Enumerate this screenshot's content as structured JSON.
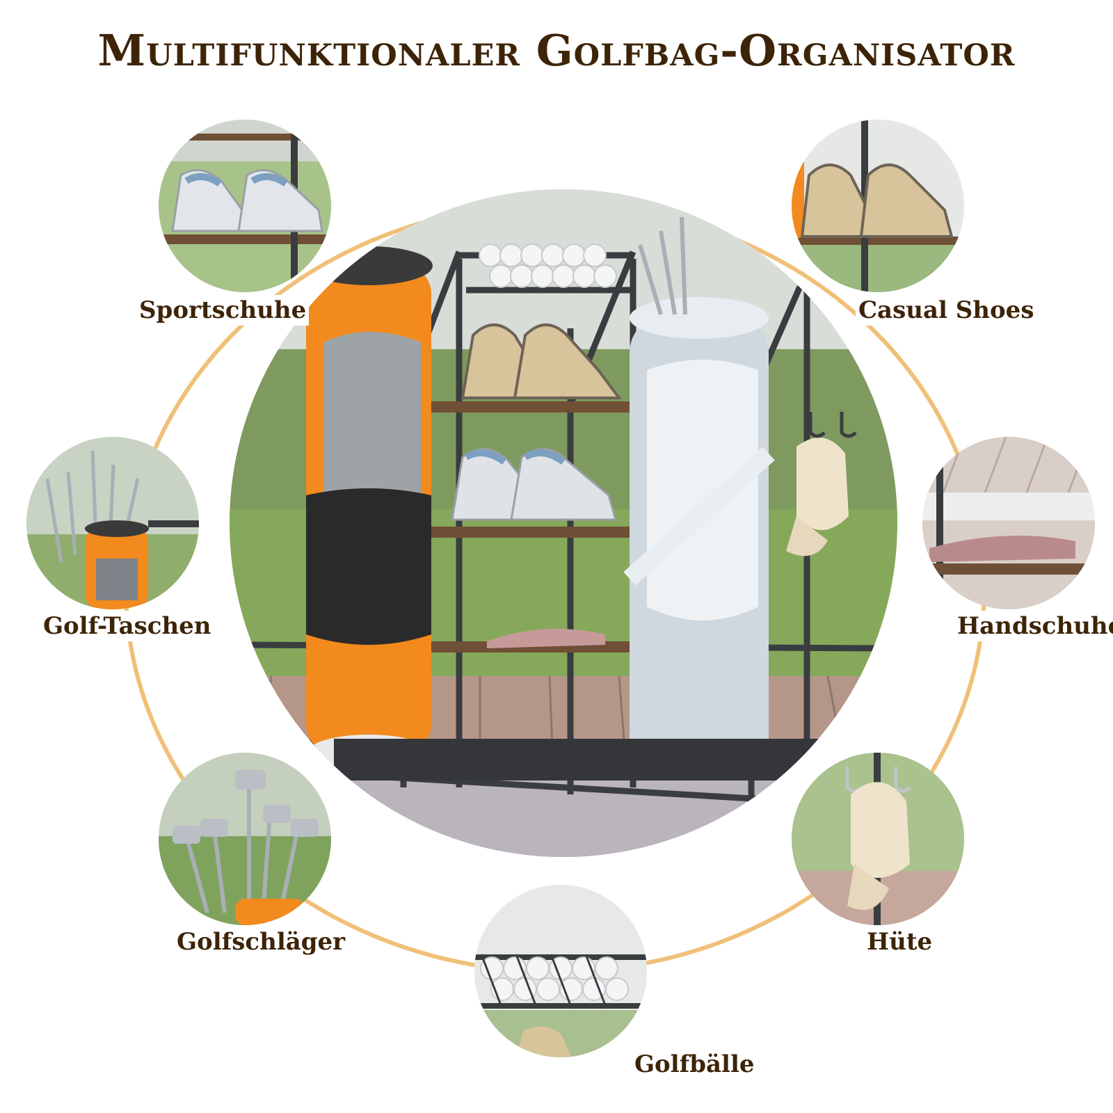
{
  "title": "Multifunktionaler Golfbag-Organisator",
  "features": [
    {
      "label": "Sportschuhe",
      "image": "sneaker-shelf-icon"
    },
    {
      "label": "Casual Shoes",
      "image": "casual-shoe-shelf-icon"
    },
    {
      "label": "Golf-Taschen",
      "image": "golf-bag-icon"
    },
    {
      "label": "Handschuhe",
      "image": "glove-shelf-icon"
    },
    {
      "label": "Golfschläger",
      "image": "golf-clubs-icon"
    },
    {
      "label": "Hüte",
      "image": "cap-hook-icon"
    },
    {
      "label": "Golfbälle",
      "image": "golf-ball-basket-icon"
    }
  ],
  "colors": {
    "title": "#3d2408",
    "ring": "#f0c078",
    "rack": "#3a3d40",
    "orange_bag": "#f28a1e",
    "white_bag": "#cfd8df"
  }
}
